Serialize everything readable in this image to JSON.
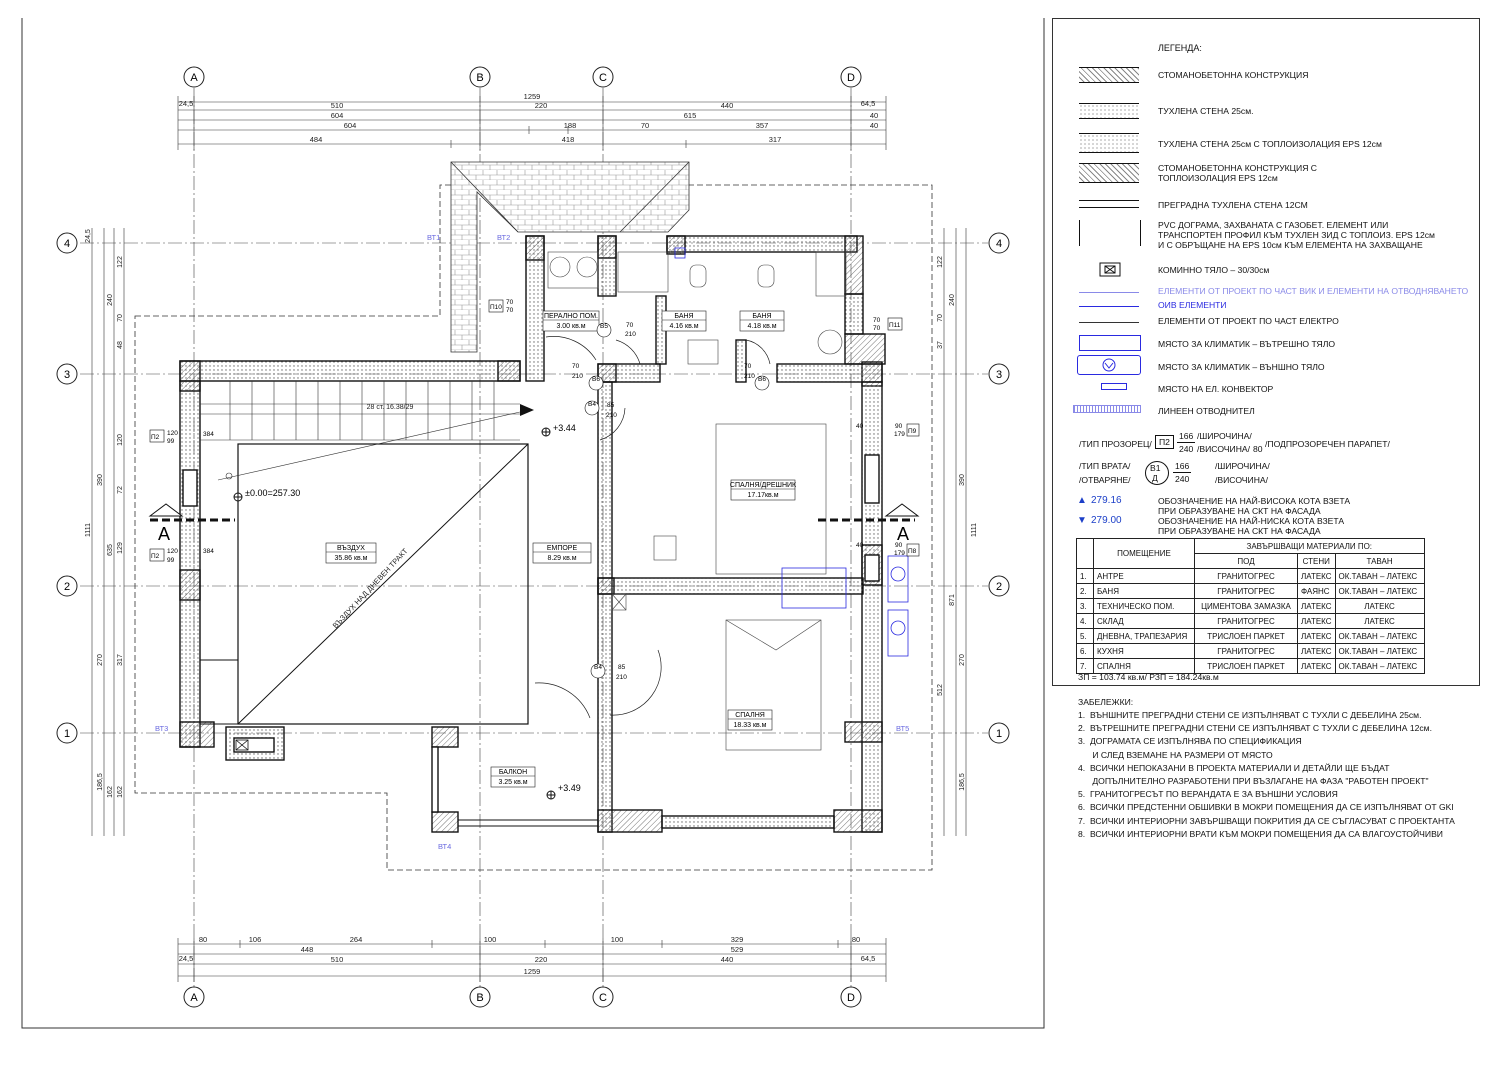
{
  "grid": {
    "cols": [
      "A",
      "B",
      "C",
      "D"
    ],
    "rows": [
      "4",
      "3",
      "2",
      "1"
    ]
  },
  "dims_top": {
    "line1": [
      "24,5",
      "1259",
      "64,5"
    ],
    "line2": [
      "510",
      "220",
      "440"
    ],
    "line3": [
      "604",
      "615",
      "40"
    ],
    "line4": [
      "604",
      "188",
      "70",
      "357",
      "40"
    ],
    "line5": [
      "484",
      "418",
      "317"
    ]
  },
  "dims_bottom": {
    "line1": [
      "80",
      "106",
      "264",
      "100",
      "100",
      "329",
      "80"
    ],
    "line2": [
      "24,5",
      "448",
      "529",
      "64,5"
    ],
    "line3": [
      "510",
      "220",
      "440"
    ],
    "line4": [
      "1259"
    ]
  },
  "dims_left": [
    "24,5",
    "122",
    "240",
    "70",
    "48",
    "120",
    "1111",
    "72",
    "390",
    "129",
    "635",
    "270",
    "317",
    "186,5",
    "162",
    "162"
  ],
  "dims_right": [
    "122",
    "240",
    "70",
    "37",
    "390",
    "1111",
    "871",
    "270",
    "512",
    "186,5"
  ],
  "rooms": [
    {
      "name": "ВЪЗДУХ",
      "area": "35.86 кв.м"
    },
    {
      "name": "ЕМПОРЕ",
      "area": "8.29 кв.м"
    },
    {
      "name": "СПАЛНЯ/ДРЕШНИК",
      "area": "17.17кв.м"
    },
    {
      "name": "СПАЛНЯ",
      "area": "18.33 кв.м"
    },
    {
      "name": "ПЕРАЛНО ПОМ.",
      "area": "3.00 кв.м"
    },
    {
      "name": "БАНЯ",
      "area": "4.16 кв.м"
    },
    {
      "name": "БАНЯ",
      "area": "4.18 кв.м"
    },
    {
      "name": "БАЛКОН",
      "area": "3.25 кв.м"
    }
  ],
  "levels": {
    "zero": "±0.00=257.30",
    "empore": "+3.44",
    "balcony": "+3.49"
  },
  "stair": {
    "label": "28 ст. 16.38/29",
    "diag": "ВЪЗДУХ НАД ДНЕВЕН ТРАКТ"
  },
  "windows": [
    {
      "type": "П2",
      "w": "120",
      "h": "99",
      "n": "384"
    },
    {
      "type": "П2",
      "w": "120",
      "h": "99",
      "n": "384"
    },
    {
      "type": "П9",
      "w": "90",
      "h": "179",
      "n": "40"
    },
    {
      "type": "П8",
      "w": "90",
      "h": "179",
      "n": "40"
    },
    {
      "type": "П10",
      "w": "70",
      "h": "70"
    },
    {
      "type": "П11",
      "w": "70",
      "h": "70"
    }
  ],
  "doors": [
    {
      "type": "В5",
      "w": "70",
      "h": "210"
    },
    {
      "type": "В6",
      "w": "70",
      "h": "210"
    },
    {
      "type": "В4",
      "w": "85",
      "h": "210"
    },
    {
      "type": "В4",
      "w": "85",
      "h": "210"
    },
    {
      "type": "В6",
      "w": "70",
      "h": "210"
    }
  ],
  "section": "A",
  "bt_labels": [
    "ВТ1",
    "ВТ2",
    "ВТ3",
    "ВТ4",
    "ВТ5"
  ],
  "legend": {
    "title": "ЛЕГЕНДА:",
    "items": [
      "СТОМАНОБЕТОННА КОНСТРУКЦИЯ",
      "ТУХЛЕНА СТЕНА 25см.",
      "ТУХЛЕНА СТЕНА 25см С ТОПЛОИЗОЛАЦИЯ EPS 12см",
      "СТОМАНОБЕТОННА КОНСТРУКЦИЯ С\nТОПЛОИЗОЛАЦИЯ EPS 12см",
      "ПРЕГРАДНА ТУХЛЕНА СТЕНА 12СМ",
      "PVC ДОГРАМА, ЗАХВАНАТА С ГАЗОБЕТ. ЕЛЕМЕНТ ИЛИ\nТРАНСПОРТЕН ПРОФИЛ КЪМ ТУХЛЕН ЗИД С ТОПЛОИЗ. EPS 12см\nИ С ОБРЪЩАНЕ НА EPS 10см КЪМ ЕЛЕМЕНТА НА ЗАХВАЩАНЕ",
      "КОМИННО ТЯЛО – 30/30см",
      "ЕЛЕМЕНТИ ОТ ПРОЕКТ ПО ЧАСТ ВИК И ЕЛЕМЕНТИ НА ОТВОДНЯВАНЕТО",
      "ОИВ ЕЛЕМЕНТИ",
      "ЕЛЕМЕНТИ ОТ ПРОЕКТ ПО ЧАСТ ЕЛЕКТРО",
      "МЯСТО ЗА КЛИМАТИК – ВЪТРЕШНО ТЯЛО",
      "МЯСТО ЗА КЛИМАТИК – ВЪНШНО ТЯЛО",
      "МЯСТО НА ЕЛ. КОНВЕКТОР",
      "ЛИНЕЕН ОТВОДНИТЕЛ"
    ],
    "window_key": {
      "left": "/ТИП ПРОЗОРЕЦ/",
      "code": "П2",
      "w": "166",
      "h": "240",
      "w_label": "/ШИРОЧИНА/",
      "h_label": "/ВИСОЧИНА/",
      "sill": "80",
      "sill_label": "/ПОДПРОЗОРЕЧЕН ПАРАПЕТ/"
    },
    "door_key": {
      "left1": "/ТИП ВРАТА/",
      "left2": "/ОТВАРЯНЕ/",
      "code": "В1",
      "open": "Д",
      "w": "166",
      "h": "240",
      "w_label": "/ШИРОЧИНА/",
      "h_label": "/ВИСОЧИНА/"
    },
    "level_high": {
      "value": "279.16",
      "text": "ОБОЗНАЧЕНИЕ НА НАЙ-ВИСОКА КОТА ВЗЕТА\nПРИ ОБРАЗУВАНЕ НА СКТ НА ФАСАДА"
    },
    "level_low": {
      "value": "279.00",
      "text": "ОБОЗНАЧЕНИЕ НА НАЙ-НИСКА КОТА ВЗЕТА\nПРИ ОБРАЗУВАНЕ НА СКТ НА ФАСАДА"
    }
  },
  "materials": {
    "h_room": "ПОМЕЩЕНИЕ",
    "h_group": "ЗАВЪРШВАЩИ МАТЕРИАЛИ ПО:",
    "h_floor": "ПОД",
    "h_walls": "СТЕНИ",
    "h_ceiling": "ТАВАН",
    "rows": [
      [
        "1.",
        "АНТРЕ",
        "ГРАНИТОГРЕС",
        "ЛАТЕКС",
        "ОК.ТАВАН – ЛАТЕКС"
      ],
      [
        "2.",
        "БАНЯ",
        "ГРАНИТОГРЕС",
        "ФАЯНС",
        "ОК.ТАВАН – ЛАТЕКС"
      ],
      [
        "3.",
        "ТЕХНИЧЕСКО ПОМ.",
        "ЦИМЕНТОВА ЗАМАЗКА",
        "ЛАТЕКС",
        "ЛАТЕКС"
      ],
      [
        "4.",
        "СКЛАД",
        "ГРАНИТОГРЕС",
        "ЛАТЕКС",
        "ЛАТЕКС"
      ],
      [
        "5.",
        "ДНЕВНА, ТРАПЕЗАРИЯ",
        "ТРИСЛОЕН ПАРКЕТ",
        "ЛАТЕКС",
        "ОК.ТАВАН – ЛАТЕКС"
      ],
      [
        "6.",
        "КУХНЯ",
        "ГРАНИТОГРЕС",
        "ЛАТЕКС",
        "ОК.ТАВАН – ЛАТЕКС"
      ],
      [
        "7.",
        "СПАЛНЯ",
        "ТРИСЛОЕН ПАРКЕТ",
        "ЛАТЕКС",
        "ОК.ТАВАН – ЛАТЕКС"
      ]
    ]
  },
  "area_summary": "ЗП = 103.74 кв.м/ РЗП = 184.24кв.м",
  "notes": {
    "title": "ЗАБЕЛЕЖКИ:",
    "items": [
      "1.  ВЪНШНИТЕ ПРЕГРАДНИ СТЕНИ СЕ ИЗПЪЛНЯВАТ С ТУХЛИ С ДЕБЕЛИНА 25см.",
      "2.  ВЪТРЕШНИТЕ ПРЕГРАДНИ СТЕНИ СЕ ИЗПЪЛНЯВАТ С ТУХЛИ С ДЕБЕЛИНА 12см.",
      "3.  ДОГРАМАТА СЕ ИЗПЪЛНЯВА ПО СПЕЦИФИКАЦИЯ",
      "      И СЛЕД ВЗЕМАНЕ НА РАЗМЕРИ ОТ МЯСТО",
      "4.  ВСИЧКИ НЕПОКАЗАНИ В ПРОЕКТА МАТЕРИАЛИ И ДЕТАЙЛИ ЩЕ БЪДАТ",
      "      ДОПЪЛНИТЕЛНО РАЗРАБОТЕНИ ПРИ ВЪЗЛАГАНЕ НА ФАЗА \"РАБОТЕН ПРОЕКТ\"",
      "5.  ГРАНИТОГРЕСЪТ ПО ВЕРАНДАТА Е ЗА ВЪНШНИ УСЛОВИЯ",
      "6.  ВСИЧКИ ПРЕДСТЕННИ ОБШИВКИ В МОКРИ ПОМЕЩЕНИЯ ДА СЕ ИЗПЪЛНЯВАТ ОТ GKI",
      "7.  ВСИЧКИ ИНТЕРИОРНИ ЗАВЪРШВАЩИ ПОКРИТИЯ ДА СЕ СЪГЛАСУВАТ С ПРОЕКТАНТА",
      "8.  ВСИЧКИ ИНТЕРИОРНИ ВРАТИ КЪМ МОКРИ ПОМЕЩЕНИЯ ДА СА ВЛАГОУСТОЙЧИВИ"
    ]
  },
  "colors": {
    "ink": "#111111",
    "blue": "#2a2ae0",
    "lightblue": "#8a8ae8",
    "level": "#1c3fc8"
  }
}
